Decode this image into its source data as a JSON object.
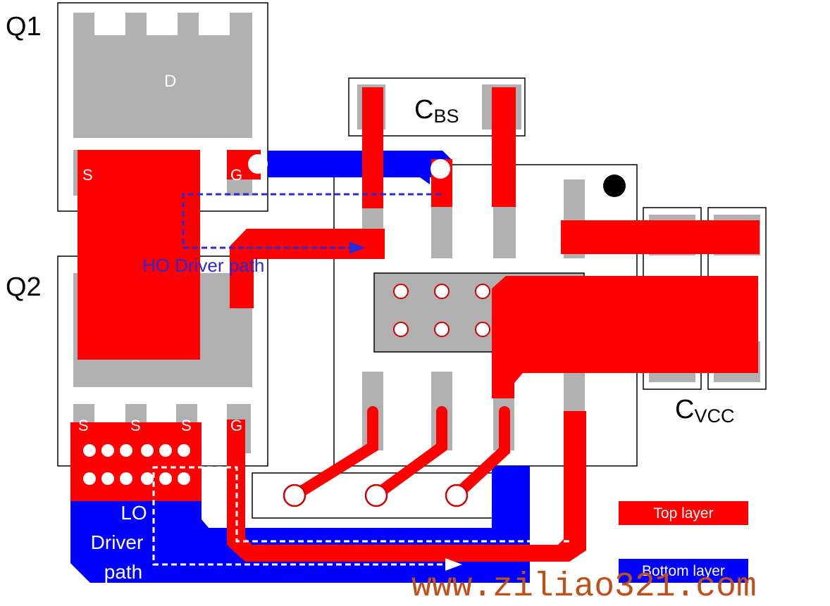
{
  "labels": {
    "q1": "Q1",
    "q2": "Q2",
    "drain": "D",
    "q1_source": "S",
    "q1_gate": "G",
    "q2_sources": [
      "S",
      "S",
      "S"
    ],
    "q2_gate": "G",
    "cbs_main": "C",
    "cbs_sub": "BS",
    "cvcc_main": "C",
    "cvcc_sub": "VCC",
    "ho_path": "HO Driver path",
    "lo_path_lines": [
      "LO",
      "Driver",
      "path"
    ]
  },
  "legend": [
    {
      "label": "Top layer",
      "color": "#ff0000"
    },
    {
      "label": "Bottom layer",
      "color": "#0000ff"
    }
  ],
  "watermark": "www.ziliao321.com",
  "colors": {
    "top_layer": "#ff0000",
    "bottom_layer": "#0000ff",
    "pad": "#b0b0b0",
    "outline": "#000000",
    "via_fill": "#ffffff",
    "via_stroke": "#d00000",
    "pin1_dot": "#000000",
    "ho_arrow": "#2a2ad6",
    "lo_arrow": "#ffffff",
    "watermark": "#c0501a"
  }
}
